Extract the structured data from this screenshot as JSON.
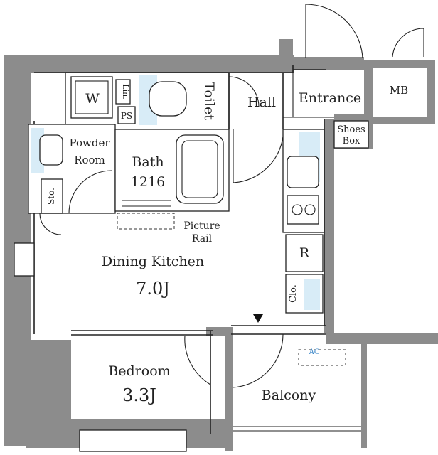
{
  "rooms": {
    "toilet": "Toilet",
    "hall": "Hall",
    "entrance": "Entrance",
    "mb": "MB",
    "shoes_box_line1": "Shoes",
    "shoes_box_line2": "Box",
    "powder_room_line1": "Powder",
    "powder_room_line2": "Room",
    "bath": "Bath",
    "bath_size": "1216",
    "storage": "Sto.",
    "washer": "W",
    "linen": "Lin.",
    "pipe_space": "PS",
    "picture_rail_line1": "Picture",
    "picture_rail_line2": "Rail",
    "dining_kitchen": "Dining Kitchen",
    "dining_kitchen_size": "7.0J",
    "refrigerator": "R",
    "closet": "Clo.",
    "bedroom": "Bedroom",
    "bedroom_size": "3.3J",
    "balcony": "Balcony",
    "ac_unit": "AC"
  },
  "colors": {
    "wall": "#8c8c8c",
    "wet_area": "#d8ecf7",
    "line": "#222222"
  }
}
